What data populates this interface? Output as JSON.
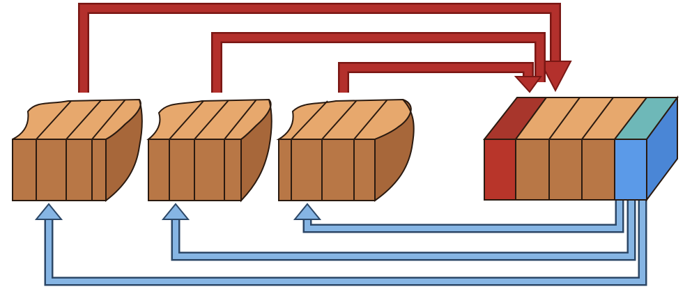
{
  "colors": {
    "wood_top": "#e7a86d",
    "wood_front": "#b87746",
    "wood_side": "#a7673a",
    "outline": "#2a1a10",
    "red_arrow": "#b3302c",
    "red_arrow_edge": "#7a1714",
    "blue_arrow": "#86b5e4",
    "blue_arrow_edge": "#2c4767",
    "red_segment": "#b8352a",
    "red_segment_top": "#a8362c",
    "blue_segment_front": "#5b9ae8",
    "blue_segment_side": "#4a86d6",
    "blue_segment_top": "#6eb8b8"
  },
  "blocks": [
    {
      "name": "wood-block-1"
    },
    {
      "name": "wood-block-2"
    },
    {
      "name": "wood-block-3"
    },
    {
      "name": "combined-block"
    }
  ],
  "arrows": {
    "red": [
      "red-arrow-from-block-1",
      "red-arrow-from-block-2",
      "red-arrow-from-block-3"
    ],
    "blue": [
      "blue-arrow-to-block-1",
      "blue-arrow-to-block-2",
      "blue-arrow-to-block-3"
    ]
  }
}
